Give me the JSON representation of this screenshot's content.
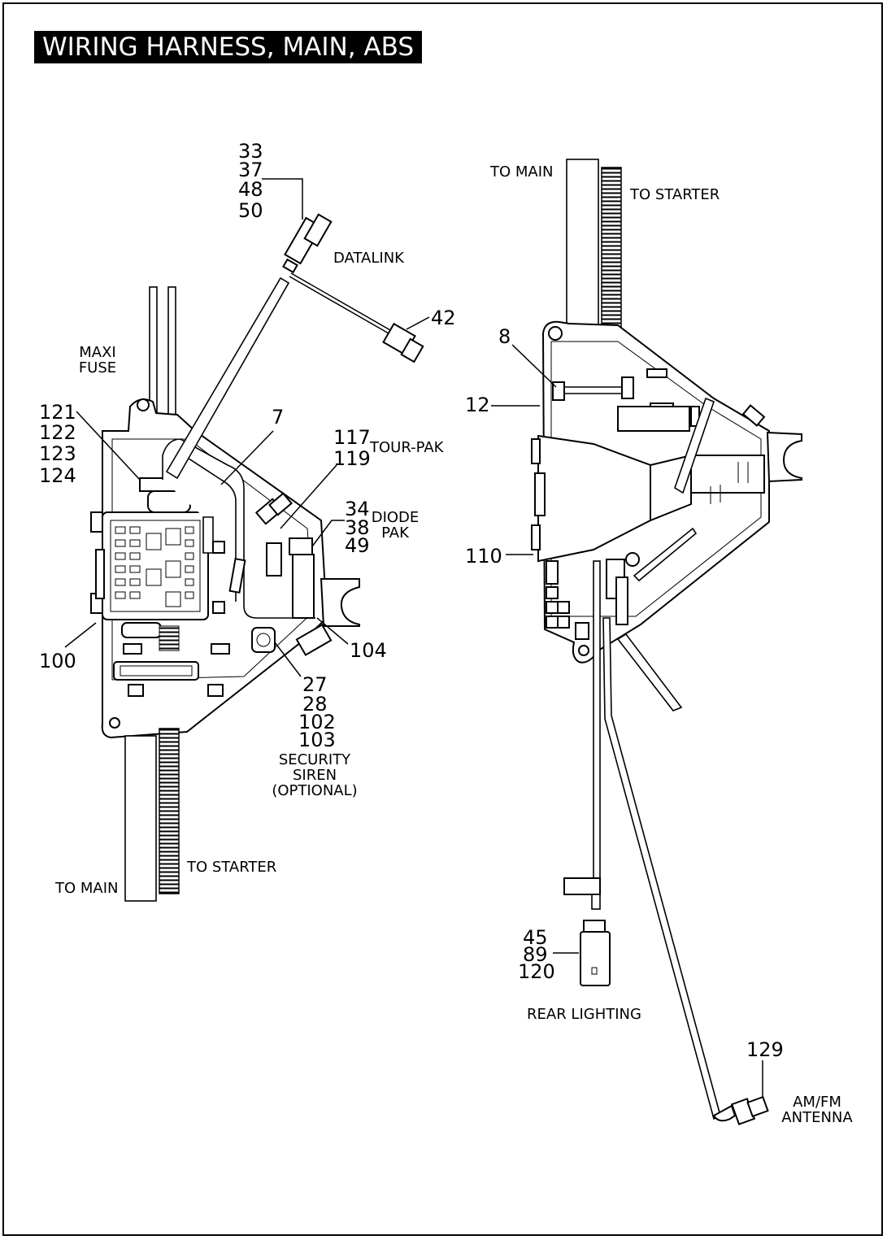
{
  "title": "WIRING HARNESS, MAIN, ABS",
  "callouts": {
    "c33": "33",
    "c37": "37",
    "c48": "48",
    "c50": "50",
    "c42": "42",
    "c121": "121",
    "c122": "122",
    "c123": "123",
    "c124": "124",
    "c7": "7",
    "c117": "117",
    "c119": "119",
    "c34": "34",
    "c38": "38",
    "c49": "49",
    "c100": "100",
    "c104": "104",
    "c27": "27",
    "c28": "28",
    "c102": "102",
    "c103": "103",
    "c8": "8",
    "c12": "12",
    "c110": "110",
    "c45": "45",
    "c89": "89",
    "c120": "120",
    "c129": "129"
  },
  "labels": {
    "datalink": "DATALINK",
    "maxi_1": "MAXI",
    "maxi_2": "FUSE",
    "tour_pak": "TOUR-PAK",
    "diode_1": "DIODE",
    "diode_2": "PAK",
    "siren_1": "SECURITY",
    "siren_2": "SIREN",
    "siren_3": "(OPTIONAL)",
    "to_main_left": "TO MAIN",
    "to_starter_left": "TO STARTER",
    "to_main_right": "TO MAIN",
    "to_starter_right": "TO STARTER",
    "rear_lighting": "REAR LIGHTING",
    "antenna_1": "AM/FM",
    "antenna_2": "ANTENNA"
  }
}
